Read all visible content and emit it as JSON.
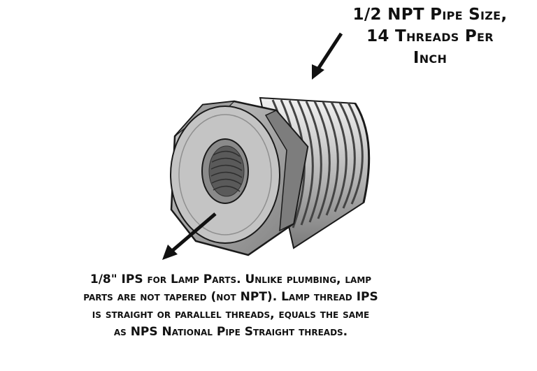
{
  "top_callout": {
    "lines": [
      "1/2 NPT Pipe Size,",
      "14 Threads Per",
      "Inch"
    ]
  },
  "bottom_callout": {
    "lines": [
      "1/8\" IPS for Lamp Parts. Unlike plumbing, lamp",
      "parts are not tapered (not NPT). Lamp thread IPS",
      "is straight or parallel threads, equals the same",
      "as NPS National Pipe Straight threads."
    ]
  },
  "colors": {
    "text": "#111111",
    "arrow": "#111111",
    "metal_light": "#d6d6d6",
    "metal_mid": "#a9a9a9",
    "metal_dark": "#6e6e6e",
    "outline": "#1a1a1a"
  }
}
